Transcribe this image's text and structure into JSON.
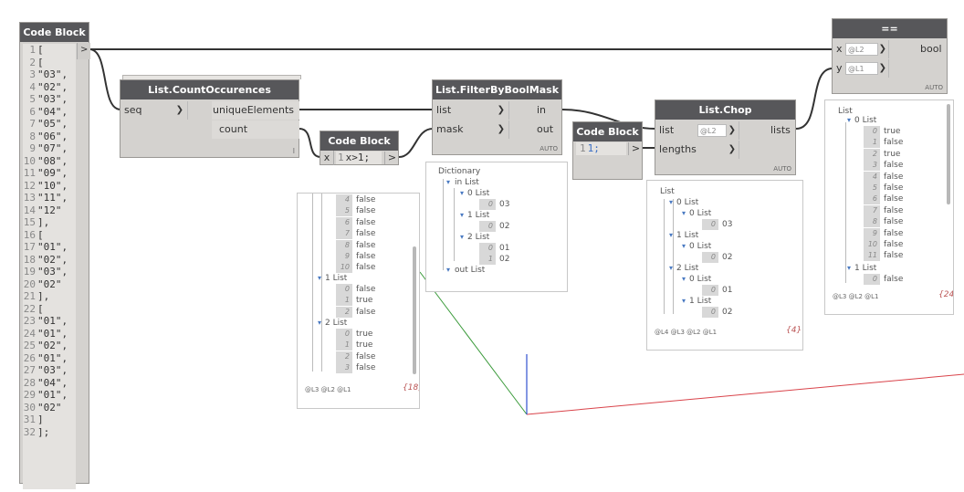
{
  "nodes": {
    "code_main": {
      "title": "Code Block",
      "out_arrow": ">",
      "lines": [
        {
          "n": "1",
          "t": "["
        },
        {
          "n": "2",
          "t": "["
        },
        {
          "n": "3",
          "t": "\"03\","
        },
        {
          "n": "4",
          "t": "\"02\","
        },
        {
          "n": "5",
          "t": "\"03\","
        },
        {
          "n": "6",
          "t": "\"04\","
        },
        {
          "n": "7",
          "t": "\"05\","
        },
        {
          "n": "8",
          "t": "\"06\","
        },
        {
          "n": "9",
          "t": "\"07\","
        },
        {
          "n": "10",
          "t": "\"08\","
        },
        {
          "n": "11",
          "t": "\"09\","
        },
        {
          "n": "12",
          "t": "\"10\","
        },
        {
          "n": "13",
          "t": "\"11\","
        },
        {
          "n": "14",
          "t": "\"12\""
        },
        {
          "n": "15",
          "t": "],"
        },
        {
          "n": "16",
          "t": "["
        },
        {
          "n": "17",
          "t": "\"01\","
        },
        {
          "n": "18",
          "t": "\"02\","
        },
        {
          "n": "19",
          "t": "\"03\","
        },
        {
          "n": "20",
          "t": "\"02\""
        },
        {
          "n": "21",
          "t": "],"
        },
        {
          "n": "22",
          "t": "["
        },
        {
          "n": "23",
          "t": "\"01\","
        },
        {
          "n": "24",
          "t": "\"01\","
        },
        {
          "n": "25",
          "t": "\"02\","
        },
        {
          "n": "26",
          "t": "\"01\","
        },
        {
          "n": "27",
          "t": "\"03\","
        },
        {
          "n": "28",
          "t": "\"04\","
        },
        {
          "n": "29",
          "t": "\"01\","
        },
        {
          "n": "30",
          "t": "\"02\""
        },
        {
          "n": "31",
          "t": "]"
        },
        {
          "n": "32",
          "t": "];"
        }
      ]
    },
    "count_occ": {
      "title": "List.CountOccurences",
      "in_seq": "seq",
      "out_unique": "uniqueElements",
      "out_count": "count",
      "lacing": "l"
    },
    "code_small": {
      "title": "Code Block",
      "in_x": "x",
      "ln": "1",
      "expr": "x>1;",
      "out": ">"
    },
    "filter": {
      "title": "List.FilterByBoolMask",
      "in_list": "list",
      "in_mask": "mask",
      "out_in": "in",
      "out_out": "out",
      "auto": "AUTO"
    },
    "code_11": {
      "title": "Code Block",
      "ln": "1",
      "expr": "1;",
      "out": ">"
    },
    "chop": {
      "title": "List.Chop",
      "in_list": "list",
      "list_level": "@L2",
      "in_lengths": "lengths",
      "out_lists": "lists",
      "auto": "AUTO"
    },
    "equals": {
      "title": "==",
      "in_x": "x",
      "x_level": "@L2",
      "in_y": "y",
      "y_level": "@L1",
      "out_bool": "bool",
      "auto": "AUTO"
    }
  },
  "previews": {
    "code_small": {
      "rows": [
        {
          "i": "4",
          "v": "false"
        },
        {
          "i": "5",
          "v": "false"
        },
        {
          "i": "6",
          "v": "false"
        },
        {
          "i": "7",
          "v": "false"
        },
        {
          "i": "8",
          "v": "false"
        },
        {
          "i": "9",
          "v": "false"
        },
        {
          "i": "10",
          "v": "false"
        }
      ],
      "list1": "1 List",
      "rows1": [
        {
          "i": "0",
          "v": "false"
        },
        {
          "i": "1",
          "v": "true"
        },
        {
          "i": "2",
          "v": "false"
        }
      ],
      "list2": "2 List",
      "rows2": [
        {
          "i": "0",
          "v": "true"
        },
        {
          "i": "1",
          "v": "true"
        },
        {
          "i": "2",
          "v": "false"
        },
        {
          "i": "3",
          "v": "false"
        }
      ],
      "levels": "@L3 @L2 @L1",
      "count": "{18}"
    },
    "filter": {
      "dict": "Dictionary",
      "in_label": "in List",
      "g0": "0 List",
      "g0v": {
        "i": "0",
        "v": "03"
      },
      "g1": "1 List",
      "g1v": {
        "i": "0",
        "v": "02"
      },
      "g2": "2 List",
      "g2a": {
        "i": "0",
        "v": "01"
      },
      "g2b": {
        "i": "1",
        "v": "02"
      },
      "out_label": "out List"
    },
    "chop": {
      "root": "List",
      "a": "0 List",
      "a1": "0 List",
      "a1v": {
        "i": "0",
        "v": "03"
      },
      "b": "1 List",
      "b1": "0 List",
      "b1v": {
        "i": "0",
        "v": "02"
      },
      "c": "2 List",
      "c1": "0 List",
      "c1v": {
        "i": "0",
        "v": "01"
      },
      "c2": "1 List",
      "c2v": {
        "i": "0",
        "v": "02"
      },
      "levels": "@L4 @L3 @L2 @L1",
      "count": "{4}"
    },
    "equals": {
      "root": "List",
      "l0": "0 List",
      "rows": [
        {
          "i": "0",
          "v": "true"
        },
        {
          "i": "1",
          "v": "false"
        },
        {
          "i": "2",
          "v": "true"
        },
        {
          "i": "3",
          "v": "false"
        },
        {
          "i": "4",
          "v": "false"
        },
        {
          "i": "5",
          "v": "false"
        },
        {
          "i": "6",
          "v": "false"
        },
        {
          "i": "7",
          "v": "false"
        },
        {
          "i": "8",
          "v": "false"
        },
        {
          "i": "9",
          "v": "false"
        },
        {
          "i": "10",
          "v": "false"
        },
        {
          "i": "11",
          "v": "false"
        }
      ],
      "l1": "1 List",
      "l1r0": {
        "i": "0",
        "v": "false"
      },
      "levels": "@L3 @L2 @L1",
      "count": "{24}"
    }
  },
  "colors": {
    "title_bar": "#57575a",
    "node_body": "#d4d2cf",
    "wire": "#333333",
    "axis_x": "#d9434a",
    "axis_y": "#3a9a3a",
    "axis_z": "#3050d0"
  }
}
